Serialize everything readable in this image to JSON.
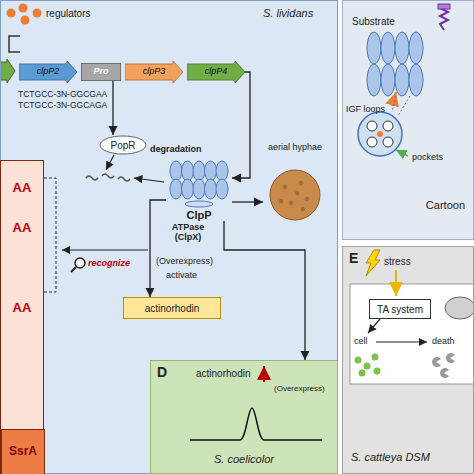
{
  "diagram": {
    "nodes": [
      {
        "text": [
          "S. lividans"
        ]
      },
      {
        "text": [
          "clpP2"
        ],
        "in": 0
      },
      {
        "text": [
          "Pro"
        ],
        "in": 0
      },
      {
        "text": [
          "clpP3"
        ],
        "in": 0
      },
      {
        "text": [
          "clpP4"
        ],
        "in": 0
      },
      {
        "text": [
          "PopR"
        ],
        "in": 0
      },
      {
        "text": [
          "ClpP"
        ],
        "in": 0
      },
      {
        "text": [
          "aerial hyphae"
        ],
        "in": 0
      },
      {
        "text": [
          "actinorhodin"
        ],
        "in": 0
      },
      {
        "text": [
          "AA",
          "AA",
          "AA"
        ]
      },
      {
        "text": [
          "SsrA"
        ],
        "in": 9
      },
      {
        "text": [
          "D",
          "S. coelicolor"
        ]
      },
      {
        "text": [
          "Cartoon"
        ]
      },
      {
        "text": [
          "E",
          "S. cattleya DSM"
        ]
      },
      {
        "text": [
          "TA system"
        ],
        "in": 13
      }
    ],
    "edges": [
      {
        "from": 2,
        "to": 5,
        "arrow": "to"
      },
      {
        "from": 4,
        "to": 6,
        "arrow": "to"
      },
      {
        "from": 6,
        "to": 7,
        "arrow": "to"
      },
      {
        "from": 6,
        "to": 8,
        "label": "activate",
        "arrow": "to"
      },
      {
        "from": 6,
        "to": 11,
        "arrow": "to"
      }
    ],
    "labels": [
      "regulators",
      "TCTGCC-3N-GGCGAA",
      "TCTGCC-3N-GGCAGA",
      "degradation",
      "ATPase (ClpX)",
      "recognize",
      "(Overexpress)",
      "actinorhodin",
      "(Overexpress)",
      "Substrate",
      "IGF loops",
      "pockets",
      "stress",
      "cell",
      "death"
    ]
  }
}
